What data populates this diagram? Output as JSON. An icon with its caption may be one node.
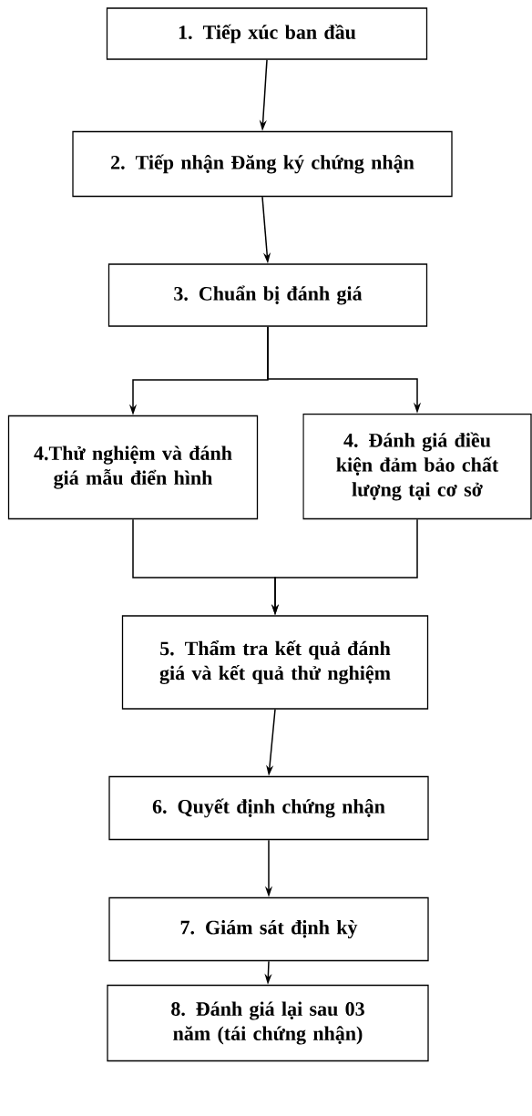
{
  "diagram": {
    "nodes": [
      {
        "text": [
          "1. Tiếp xúc ban đầu"
        ]
      },
      {
        "text": [
          "2. Tiếp nhận Đăng ký chứng nhận"
        ]
      },
      {
        "text": [
          "3. Chuẩn bị đánh giá"
        ]
      },
      {
        "text": [
          "4.Thử nghiệm và đánh giá mẫu điển hình"
        ]
      },
      {
        "text": [
          "4. Đánh giá điều kiện đảm bảo chất lượng tại cơ sở"
        ]
      },
      {
        "text": [
          "5. Thẩm tra kết quả đánh giá và kết quả thử nghiệm"
        ]
      },
      {
        "text": [
          "6. Quyết định chứng nhận"
        ]
      },
      {
        "text": [
          "7. Giám sát định kỳ"
        ]
      },
      {
        "text": [
          "8. Đánh giá lại sau 03 năm (tái chứng nhận)"
        ]
      }
    ],
    "edges": [
      {
        "from": 0,
        "to": 1,
        "arrow": "to"
      },
      {
        "from": 1,
        "to": 2,
        "arrow": "to"
      },
      {
        "from": 2,
        "to": 3,
        "arrow": "to"
      },
      {
        "from": 2,
        "to": 4,
        "arrow": "to"
      },
      {
        "from": 3,
        "to": 5,
        "arrow": "to"
      },
      {
        "from": 4,
        "to": 5,
        "arrow": "to"
      },
      {
        "from": 5,
        "to": 6,
        "arrow": "to"
      },
      {
        "from": 6,
        "to": 7,
        "arrow": "to"
      },
      {
        "from": 7,
        "to": 8,
        "arrow": "to"
      }
    ]
  }
}
